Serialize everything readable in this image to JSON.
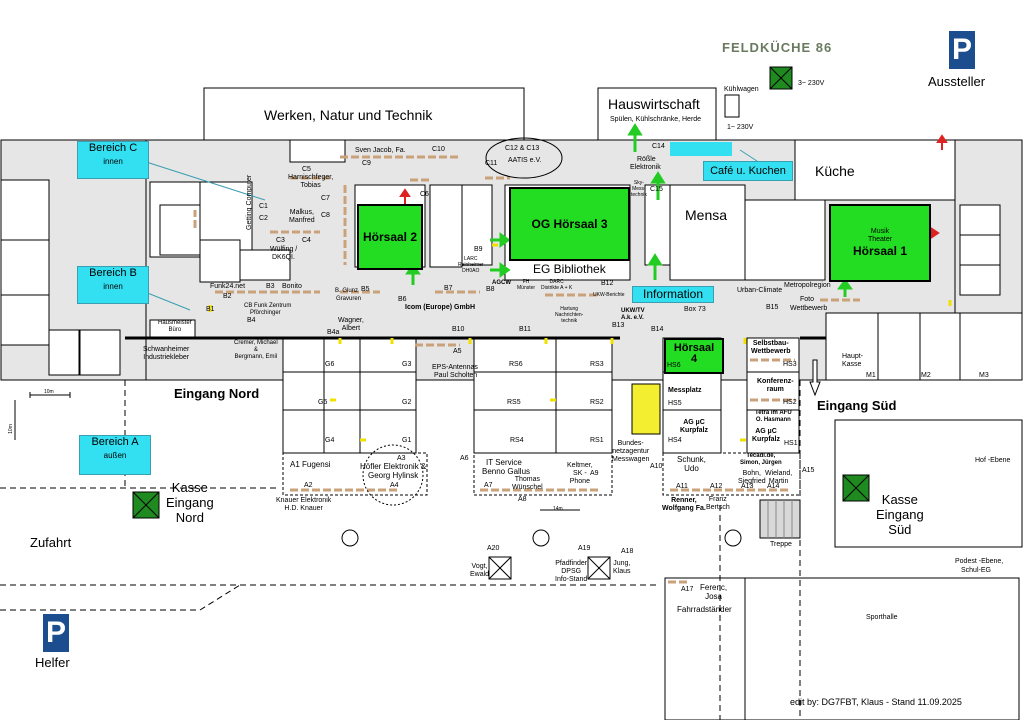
{
  "header": {
    "feldkueche": "FELDKÜCHE 86",
    "kuehlwagen": "Kühlwagen",
    "power_3": "3~ 230V",
    "power_1": "1~ 230V",
    "aussteller": "Aussteller",
    "helfer": "Helfer"
  },
  "buildings": {
    "werken": "Werken, Natur und Technik",
    "hauswirtschaft": "Hauswirtschaft",
    "hauswirtschaft_sub": "Spülen, Kühlschränke, Herde",
    "kueche": "Küche",
    "mensa": "Mensa",
    "eg_bibliothek": "EG Bibliothek",
    "sporthalle": "Sporthalle",
    "treppe": "Treppe"
  },
  "areas": {
    "bereich_c": "Bereich C",
    "bereich_c_sub": "innen",
    "bereich_b": "Bereich B",
    "bereich_b_sub": "innen",
    "bereich_a": "Bereich A",
    "bereich_a_sub": "außen",
    "cafe": "Café u. Kuchen",
    "information": "Information"
  },
  "halls": {
    "h2": "Hörsaal 2",
    "h3": "OG Hörsaal 3",
    "h1": "Hörsaal 1",
    "h1_sub1": "Musik",
    "h1_sub2": "Theater",
    "h4": "Hörsaal",
    "h4_num": "4",
    "h4_code": "HS6"
  },
  "entrances": {
    "nord": "Eingang Nord",
    "sued": "Eingang Süd",
    "kasse_nord_1": "Kasse",
    "kasse_nord_2": "Eingang",
    "kasse_nord_3": "Nord",
    "kasse_sued_1": "Kasse",
    "kasse_sued_2": "Eingang",
    "kasse_sued_3": "Süd",
    "haupt_kasse": "Haupt-\nKasse",
    "zufahrt": "Zufahrt",
    "hof_ebene": "Hof -Ebene",
    "podest": "Podest -Ebene,",
    "podest2": "Schul-EG"
  },
  "stands": {
    "c10": "C10",
    "c9": "C9",
    "sven": "Sven Jacob, Fa.",
    "c12c13": "C12 & C13",
    "aatis": "AATIS e.V.",
    "c5": "C5",
    "c5_name": "Harnischfeger,",
    "c5_name2": "Tobias",
    "c7": "C7",
    "c8": "C8",
    "c6": "C6",
    "c1": "C1",
    "c2": "C2",
    "getting": "Getting Computer",
    "malkus": "Malkus,",
    "malkus2": "Manfred",
    "c3": "C3",
    "c4": "C4",
    "wuelfing": "Wülfing /",
    "dk6ql": "DK6QI.",
    "c11": "C11",
    "c14": "C14",
    "c15": "C15",
    "roessle": "Rößle",
    "roessle2": "Elektronik",
    "sky": "Sky-",
    "sky2": "Mess-",
    "sky3": "technik",
    "b1": "B1",
    "b2": "B2",
    "b3": "B3",
    "b4": "B4",
    "b4a": "B4a",
    "b5": "B5",
    "b6": "B6",
    "b7": "B7",
    "b8": "B8",
    "b9": "B9",
    "b10": "B10",
    "b11": "B11",
    "b12": "B12",
    "b13": "B13",
    "b14": "B14",
    "b15": "B15",
    "funk24": "Funk24.net",
    "bonito": "Bonito",
    "cb_funk": "CB Funk Zentrum",
    "cb_funk2": "Pförchinger",
    "glunz": "B. Glunz",
    "glunz2": "Gravuren",
    "wagner": "Wagner,",
    "wagner2": "Albert",
    "icom": "Icom (Europe) GmbH",
    "larc": "LARC",
    "larc2": "Reinheimer",
    "larc3": "DH0AO",
    "agcw": "AGCW",
    "fh": "FH",
    "fh2": "Münster",
    "darc": "DARC",
    "darc2": "Distrikte A + K",
    "ukw": "UKW-Berichte",
    "hartung": "Hartung",
    "hartung2": "Nachrichten-",
    "hartung3": "technik",
    "ukwtv": "UKW/TV",
    "ukwtv2": "A.k. e.V.",
    "box73": "Box 73",
    "urban": "Urban-Climate",
    "metro": "Metropolregion",
    "metro2": "Foto",
    "metro3": "Wettbewerb",
    "hausmeister": "Hausmeister",
    "hausmeister2": "Büro",
    "schwanheimer": "Schwanheimer",
    "schwanheimer2": "Industriekleber",
    "cremer": "Cremer, Michael",
    "cremer2": "&",
    "cremer3": "Bergmann, Emil",
    "a5": "A5",
    "eps": "EPS-Antennas",
    "eps2": "Paul Scholten",
    "g1": "G1",
    "g2": "G2",
    "g3": "G3",
    "g4": "G4",
    "g5": "G5",
    "g6": "G6",
    "rs1": "RS1",
    "rs2": "RS2",
    "rs3": "RS3",
    "rs4": "RS4",
    "rs5": "RS5",
    "rs6": "RS6",
    "hs1": "HS1",
    "hs2": "HS2",
    "hs3": "HS3",
    "hs4": "HS4",
    "hs5": "HS5",
    "selbstbau": "Selbstbau-",
    "selbstbau2": "Wettbewerb",
    "konferenz": "Konferenz-",
    "konferenz2": "raum",
    "messplatz": "Messplatz",
    "agmc": "AG µC",
    "agmc2": "Kurpfalz",
    "agmc3": "AG µC",
    "agmc4": "Kurpfalz",
    "tetra": "Tetra im AFU",
    "tetra2": "O. Hasmann",
    "bnetz": "Bundes-",
    "bnetz2": "netzagentur",
    "bnetz3": "Messwagen",
    "a1": "A1 Fugensi",
    "a2": "A2",
    "a3": "A3",
    "a4": "A4",
    "hoefler": "Höfler Elektronik &",
    "hoefler2": "Georg Hylinsk",
    "knauer": "Knauer Elektronik",
    "knauer2": "H.D. Knauer",
    "a6": "A6",
    "a7": "A7",
    "a8": "A8",
    "a9": "A9",
    "a10": "A10",
    "it": "IT Service",
    "it2": "Benno Gallus",
    "thomas": "Thomas",
    "thomas2": "Wünschel",
    "keltmer": "Keltmer,",
    "keltmer2": "SK -",
    "keltmer3": "Phone",
    "schunk": "Schunk,",
    "schunk2": "Udo",
    "a11": "A11",
    "a12": "A12",
    "a13": "A13",
    "a14": "A14",
    "a15": "A15",
    "tecadi": "Tecadi.de,",
    "tecadi2": "Simon, Jürgen",
    "bohn": "Bohn,",
    "bohn2": "Siegfried",
    "wieland": "Wieland,",
    "wieland2": "Martin",
    "renner": "Renner,",
    "renner2": "Wolfgang Fa.",
    "franz": "Franz",
    "franz2": "Bertsch",
    "a17": "A17",
    "ferenc": "Ferenc,",
    "ferenc2": "Josa",
    "fahrrad": "Fahrradständer",
    "a18": "A18",
    "a19": "A19",
    "a20": "A20",
    "vogt": "Vogt,",
    "vogt2": "Ewald",
    "pfadfinder": "Pfadfinder",
    "pfadfinder2": "DPSG",
    "pfadfinder3": "Info-Stand",
    "jung": "Jung,",
    "jung2": "Klaus",
    "m1": "M1",
    "m2": "M2",
    "m3": "M3"
  },
  "scale": {
    "ten_m": "10m",
    "ten_m_v": "10m",
    "fourteen_m": "14m"
  },
  "footer": {
    "edit": "edit by: DG7FBT, Klaus - Stand 11.09.2025"
  },
  "colors": {
    "green": "#22dd22",
    "cyan": "#33e0f2",
    "dark_green": "#1f8a1f",
    "parking_blue": "#1c4d8f",
    "stand_tan": "#c9a27a"
  }
}
